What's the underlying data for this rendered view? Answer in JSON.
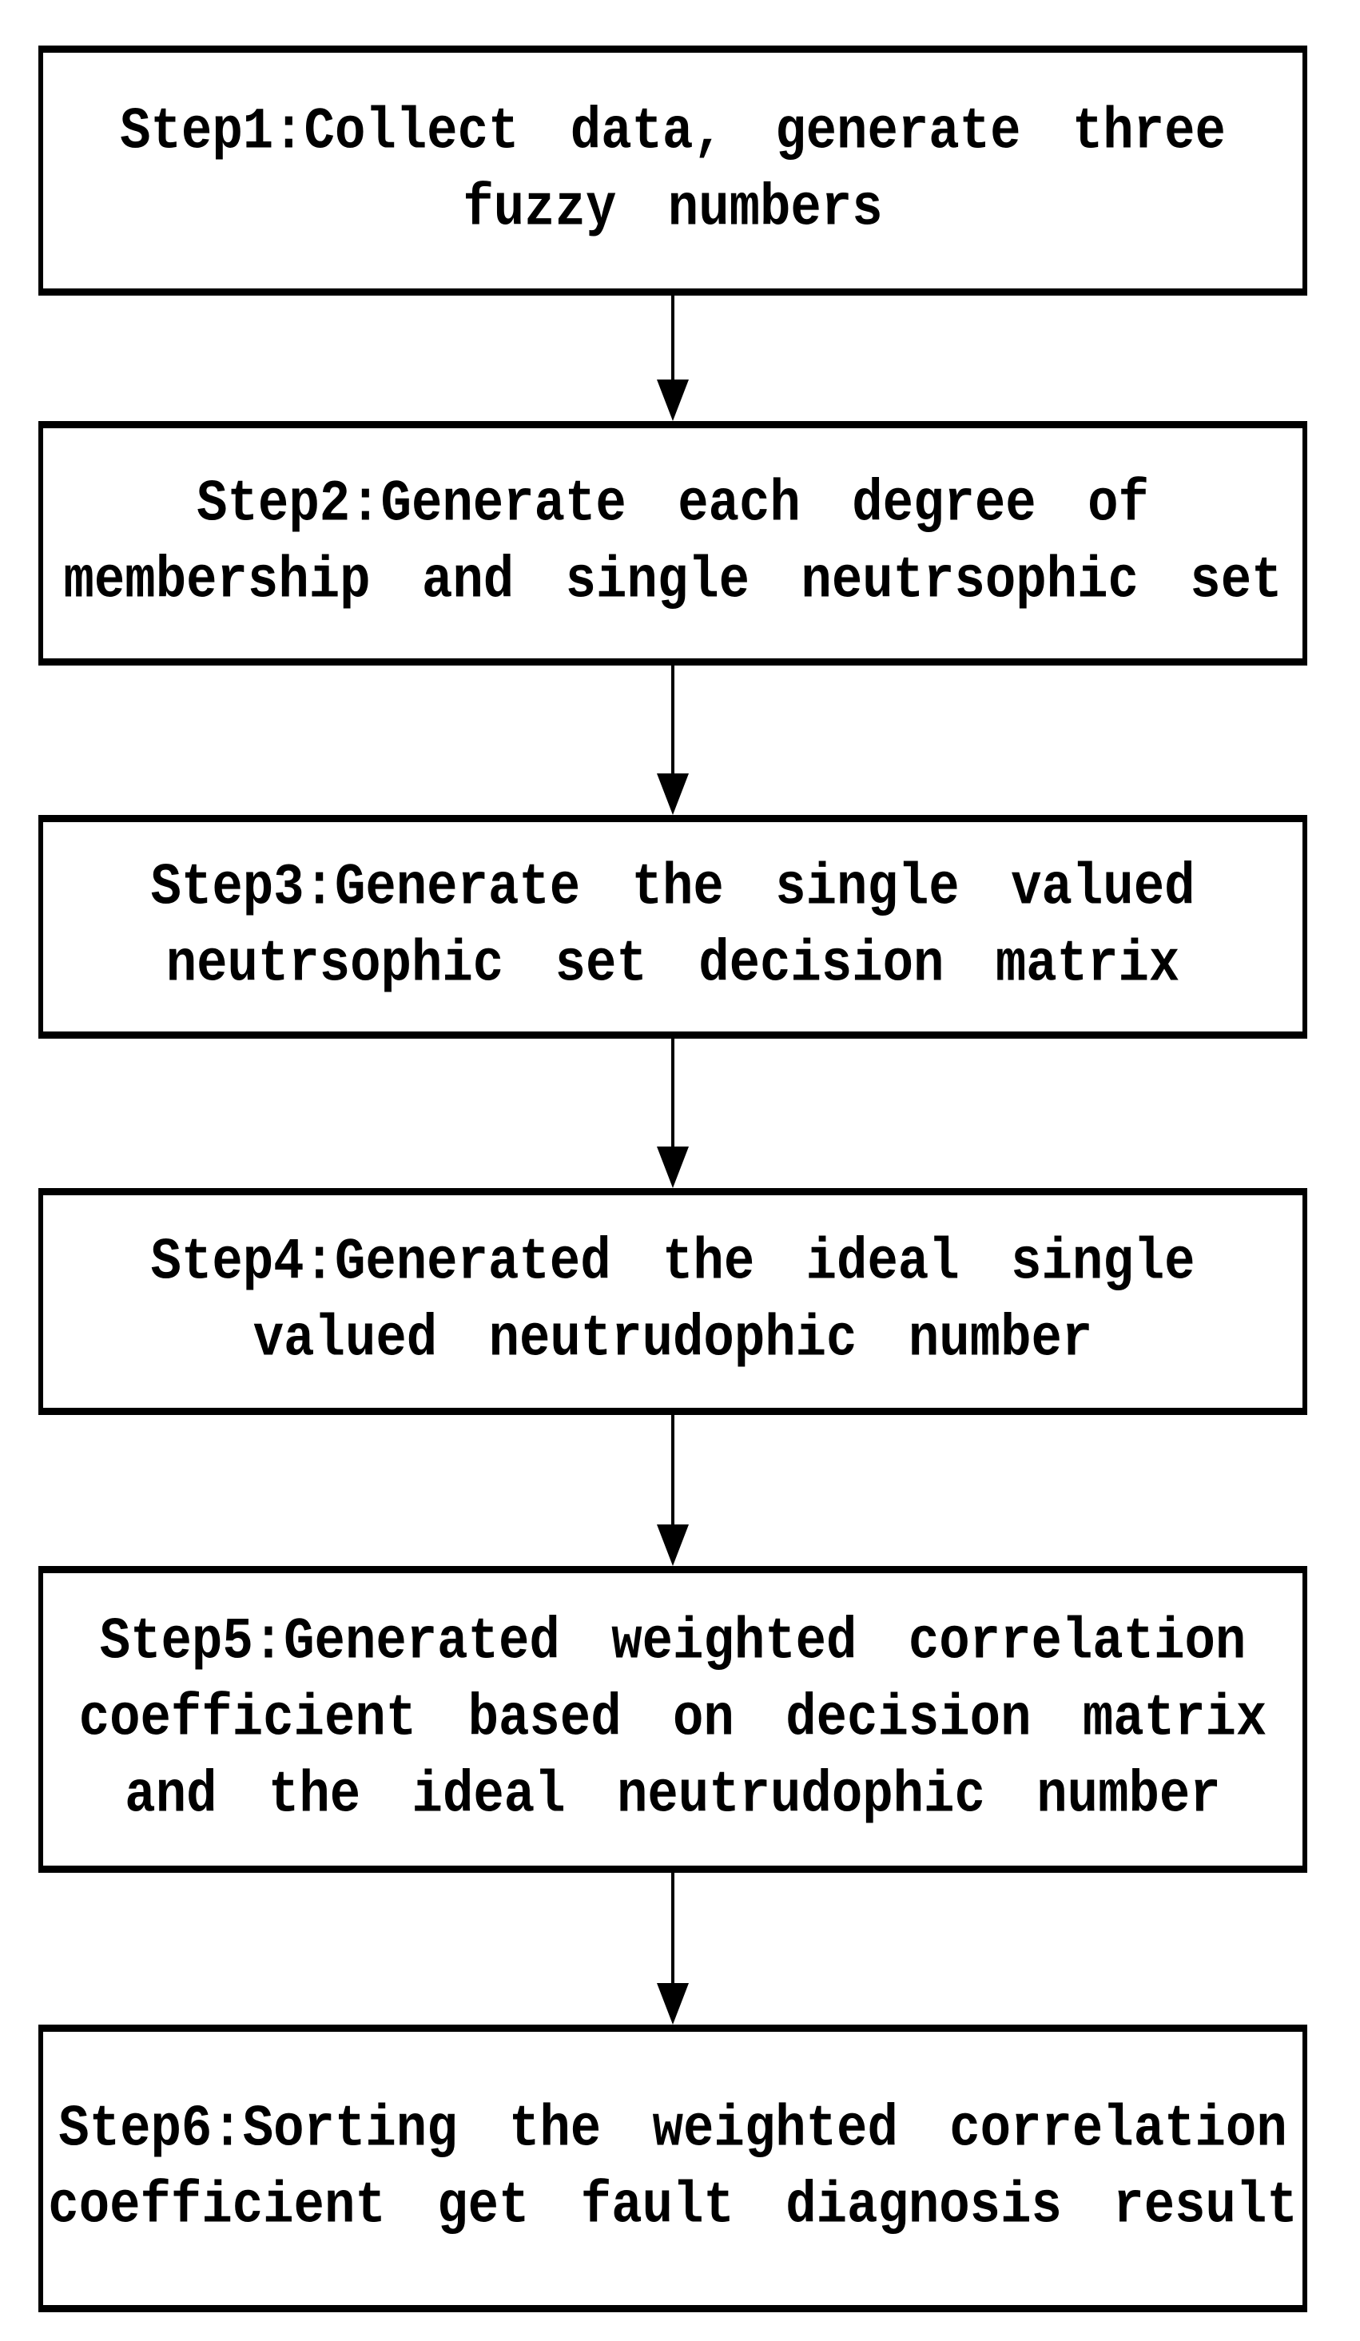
{
  "figure": {
    "background_color": "#ffffff",
    "box_border_color": "#000000",
    "text_color": "#000000",
    "arrow_color": "#000000"
  },
  "steps": [
    {
      "id": "step1",
      "lines": [
        "Step1:Collect data, generate three",
        "fuzzy numbers"
      ]
    },
    {
      "id": "step2",
      "lines": [
        "Step2:Generate each degree of",
        "membership and single neutrsophic set"
      ]
    },
    {
      "id": "step3",
      "lines": [
        "Step3:Generate the single valued",
        "neutrsophic set decision matrix"
      ]
    },
    {
      "id": "step4",
      "lines": [
        "Step4:Generated the ideal single",
        "valued neutrudophic number"
      ]
    },
    {
      "id": "step5",
      "lines": [
        "Step5:Generated weighted correlation",
        "coefficient based on decision matrix",
        "and the ideal neutrudophic number"
      ]
    },
    {
      "id": "step6",
      "lines": [
        "Step6:Sorting the weighted correlation",
        "coefficient get fault diagnosis result"
      ]
    }
  ]
}
